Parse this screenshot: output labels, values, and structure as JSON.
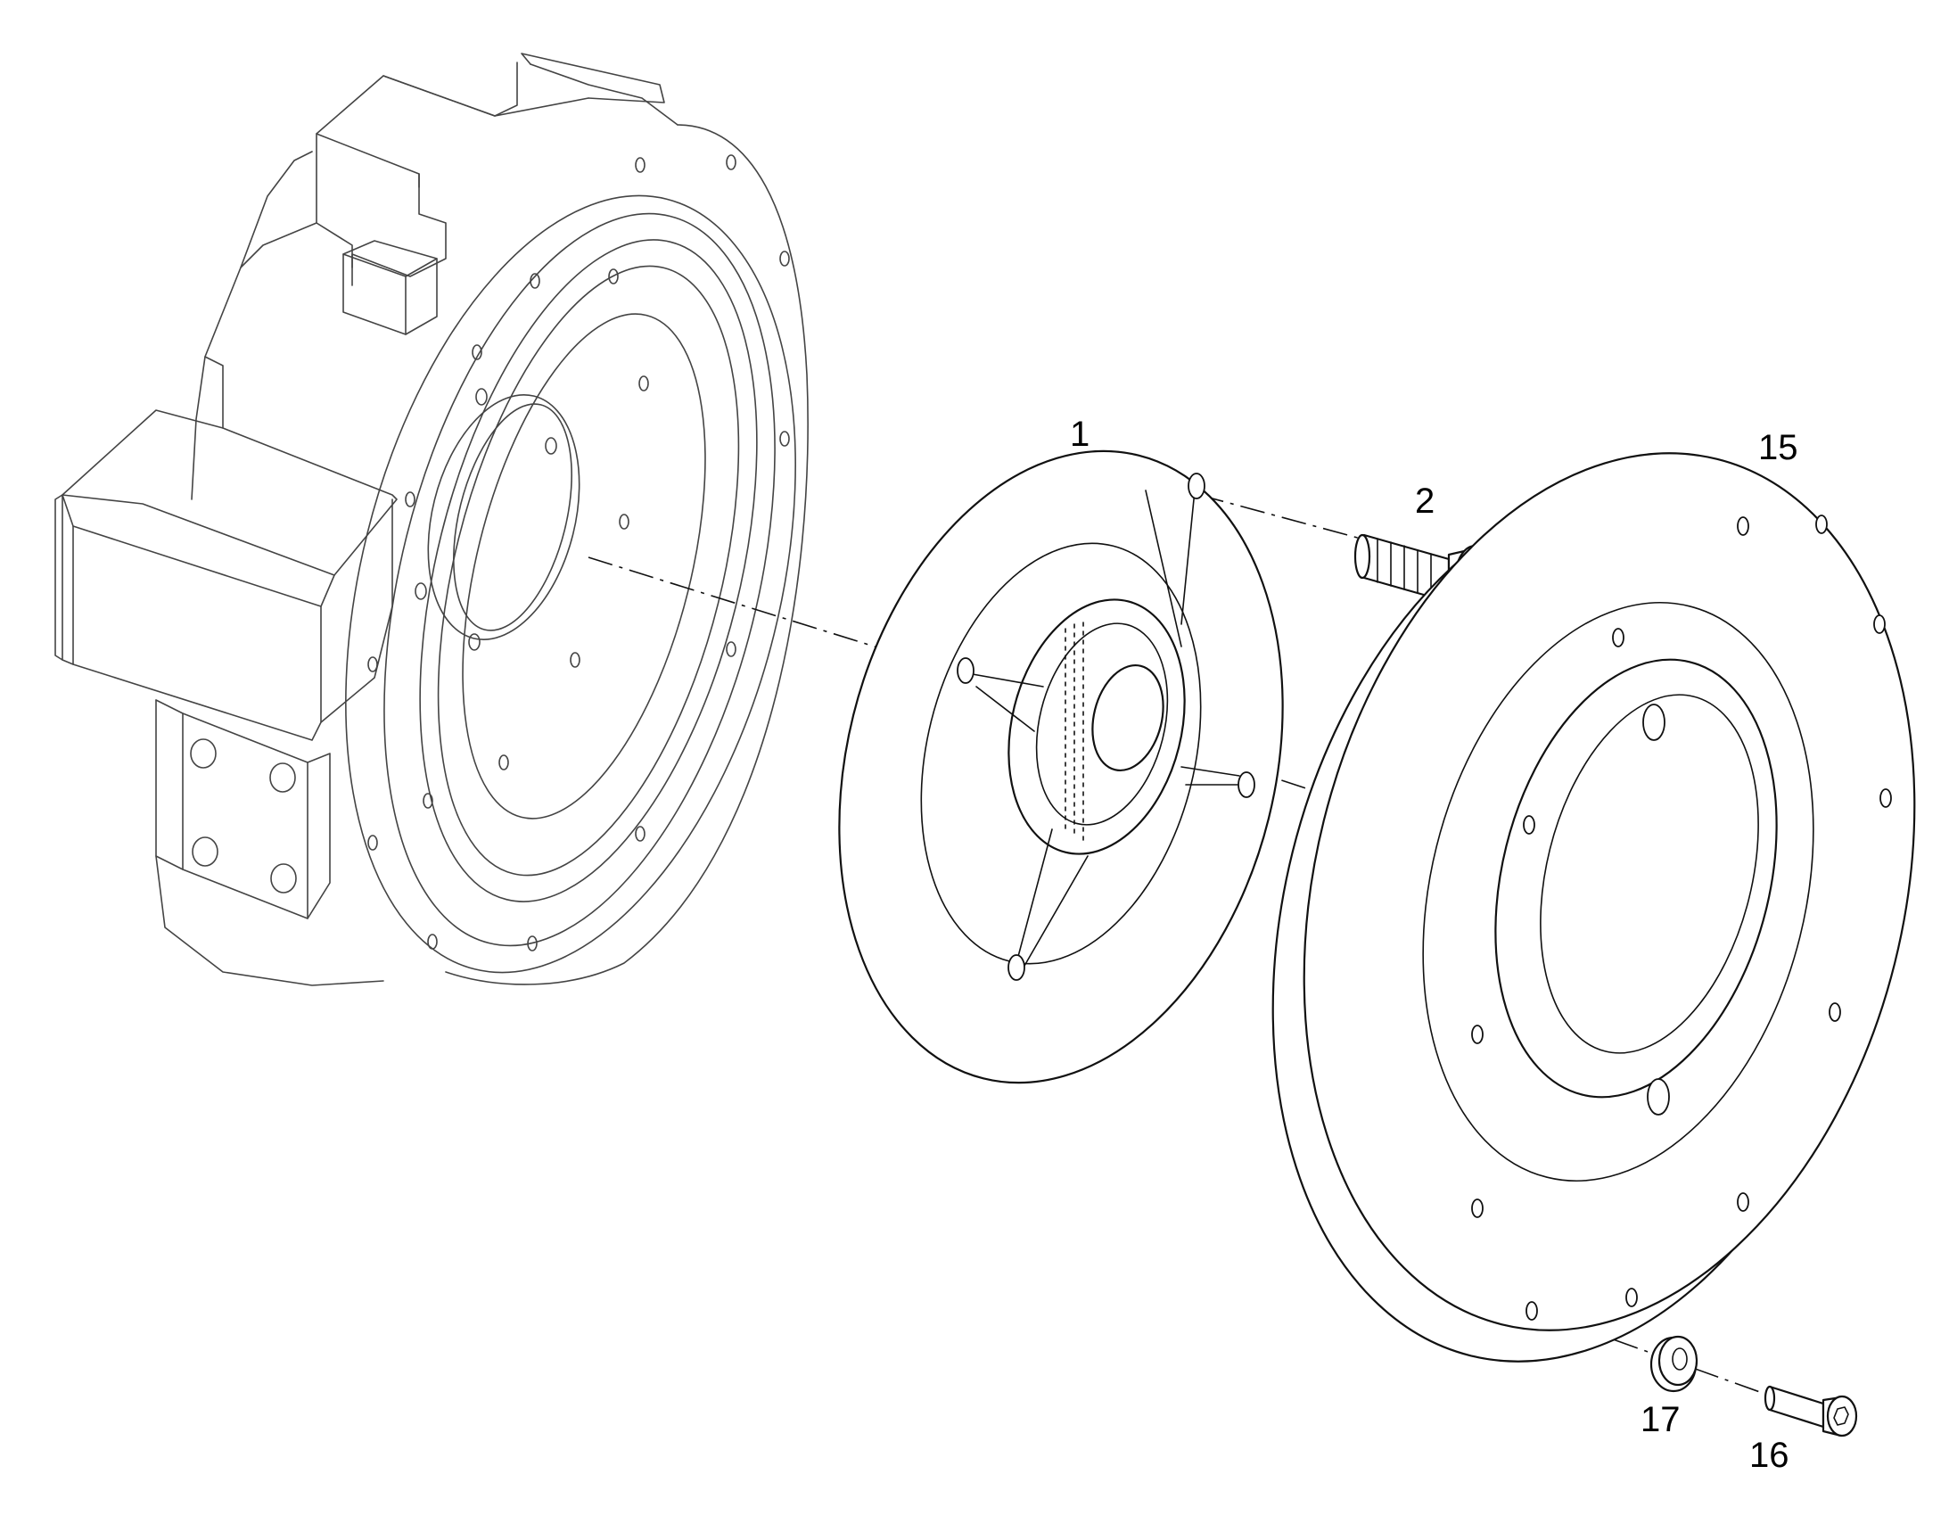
{
  "callouts": {
    "disc": "1",
    "screw_disc": "2",
    "flange_plate": "15",
    "screw_small": "16",
    "washer": "17"
  }
}
